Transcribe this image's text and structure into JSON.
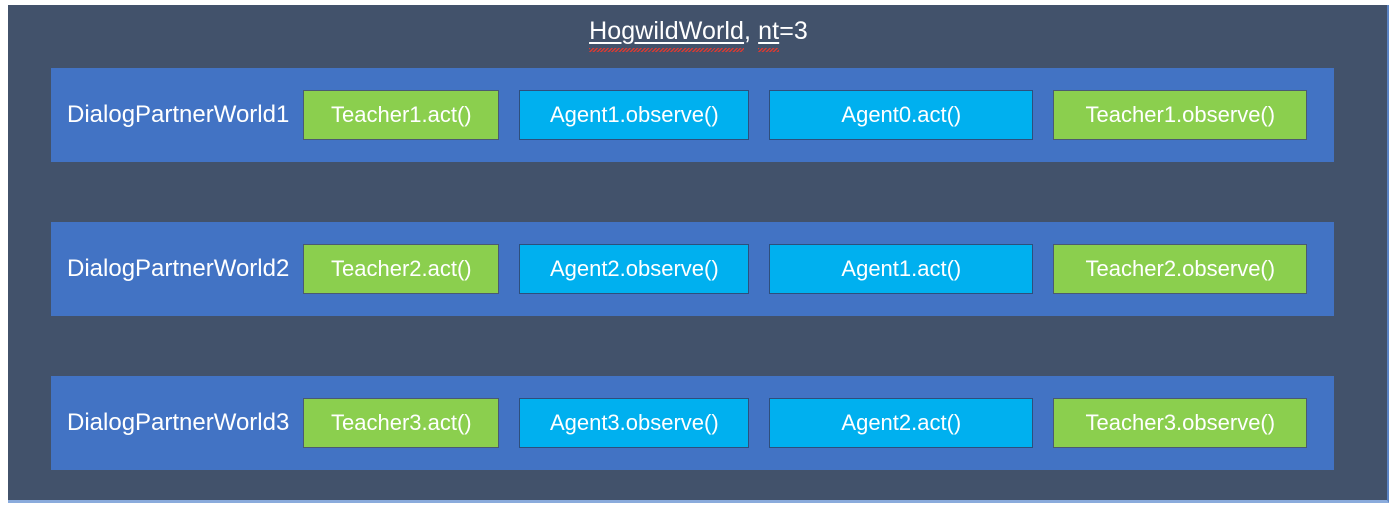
{
  "diagram": {
    "title": {
      "prefix_underlined": "HogwildWorld",
      "separator": ", ",
      "param_name": "nt",
      "param_value": "=3",
      "full_text": "HogwildWorld, nt=3"
    },
    "colors": {
      "panel_background": "#42526b",
      "row_background": "#4273c4",
      "teacher_box": "#8bcf4e",
      "agent_box": "#00b0ef",
      "box_border": "#3b4a63",
      "text": "#ffffff",
      "spellcheck_squiggle": "#e03a30",
      "page_background": "#ffffff"
    },
    "rows": [
      {
        "label": "DialogPartnerWorld1",
        "steps": [
          {
            "label": "Teacher1.act()",
            "kind": "teacher",
            "width_class": "w-teacher-act"
          },
          {
            "label": "Agent1.observe()",
            "kind": "agent",
            "width_class": "w-agent-observe"
          },
          {
            "label": "Agent0.act()",
            "kind": "agent",
            "width_class": "w-agent-act"
          },
          {
            "label": "Teacher1.observe()",
            "kind": "teacher",
            "width_class": "w-teacher-obs"
          }
        ]
      },
      {
        "label": "DialogPartnerWorld2",
        "steps": [
          {
            "label": "Teacher2.act()",
            "kind": "teacher",
            "width_class": "w-teacher-act"
          },
          {
            "label": "Agent2.observe()",
            "kind": "agent",
            "width_class": "w-agent-observe"
          },
          {
            "label": "Agent1.act()",
            "kind": "agent",
            "width_class": "w-agent-act"
          },
          {
            "label": "Teacher2.observe()",
            "kind": "teacher",
            "width_class": "w-teacher-obs"
          }
        ]
      },
      {
        "label": "DialogPartnerWorld3",
        "steps": [
          {
            "label": "Teacher3.act()",
            "kind": "teacher",
            "width_class": "w-teacher-act"
          },
          {
            "label": "Agent3.observe()",
            "kind": "agent",
            "width_class": "w-agent-observe"
          },
          {
            "label": "Agent2.act()",
            "kind": "agent",
            "width_class": "w-agent-act"
          },
          {
            "label": "Teacher3.observe()",
            "kind": "teacher",
            "width_class": "w-teacher-obs"
          }
        ]
      }
    ]
  }
}
